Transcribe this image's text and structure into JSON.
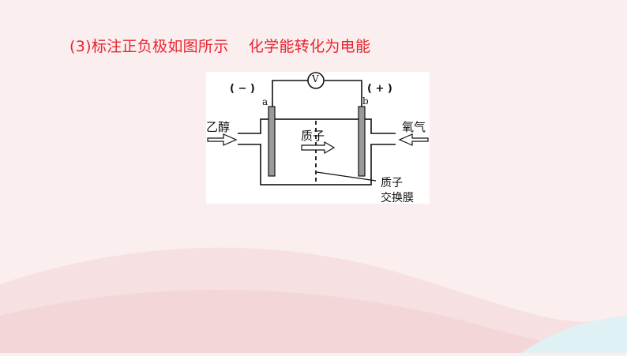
{
  "title": "(3)标注正负极如图所示    化学能转化为电能",
  "diagram": {
    "neg_sign": "( − )",
    "pos_sign": "( + )",
    "electrode_a": "a",
    "electrode_b": "b",
    "meter": "V",
    "inlet_left": "乙醇",
    "inlet_right": "氧气",
    "proton_label": "质子",
    "membrane_label_line1": "质子",
    "membrane_label_line2": "交换膜"
  },
  "colors": {
    "title": "#e8242f",
    "background": "#fbeeee",
    "wave": "#f6dfe0"
  }
}
